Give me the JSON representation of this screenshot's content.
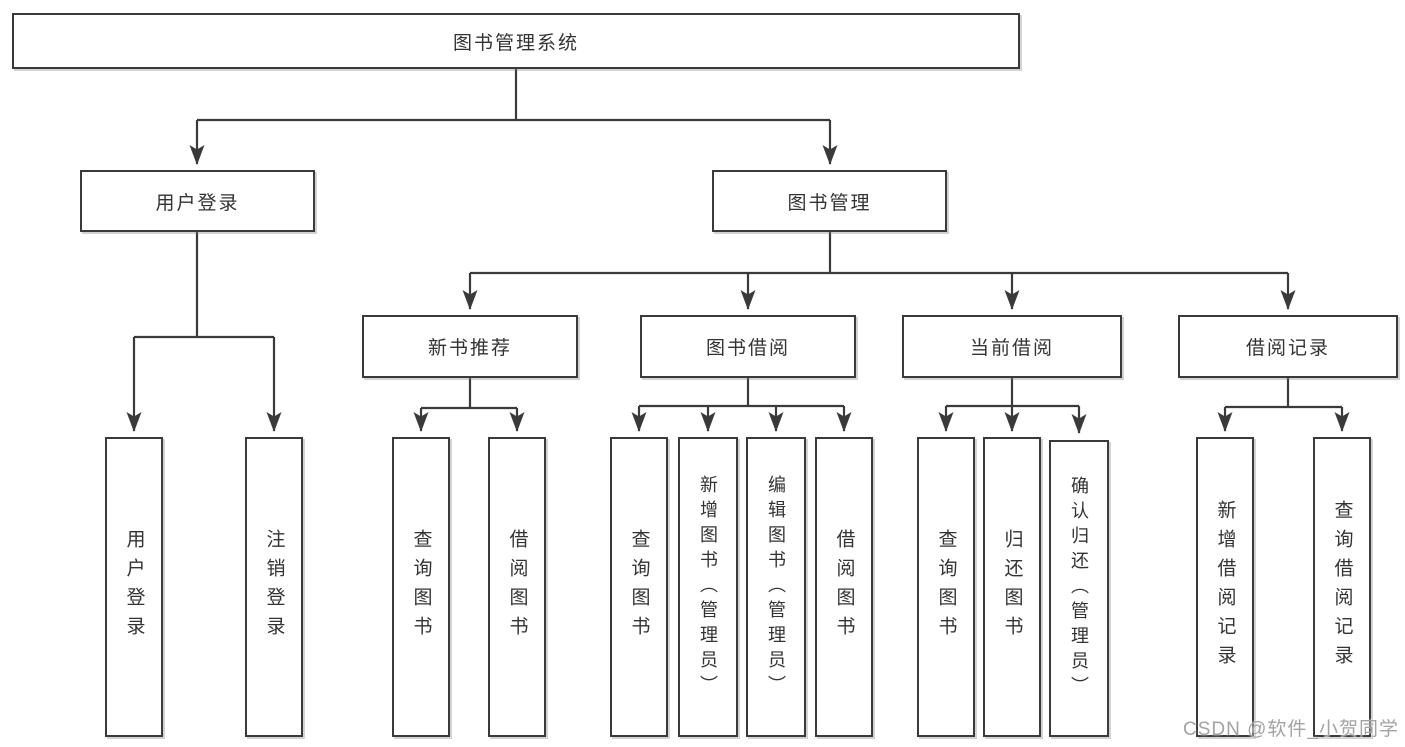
{
  "diagram": {
    "root": {
      "label": "图书管理系统"
    },
    "level2": [
      {
        "id": "user-login",
        "label": "用户登录"
      },
      {
        "id": "book-management",
        "label": "图书管理"
      }
    ],
    "level3": [
      {
        "id": "new-book-recommend",
        "label": "新书推荐"
      },
      {
        "id": "book-borrowing",
        "label": "图书借阅"
      },
      {
        "id": "current-borrowing",
        "label": "当前借阅"
      },
      {
        "id": "borrowing-records",
        "label": "借阅记录"
      }
    ],
    "leaves": {
      "user_login": {
        "label": "用户登录"
      },
      "logout": {
        "label": "注销登录"
      },
      "recommend_query_books": {
        "label": "查询图书"
      },
      "recommend_borrow_books": {
        "label": "借阅图书"
      },
      "borrowing_query_books": {
        "label": "查询图书"
      },
      "borrowing_add_books": {
        "label": "新增图书（管理员）"
      },
      "borrowing_edit_books": {
        "label": "编辑图书（管理员）"
      },
      "borrowing_borrow_books": {
        "label": "借阅图书"
      },
      "current_query_books": {
        "label": "查询图书"
      },
      "current_return_books": {
        "label": "归还图书"
      },
      "current_confirm_return": {
        "label": "确认归还（管理员）"
      },
      "records_add_record": {
        "label": "新增借阅记录"
      },
      "records_query_record": {
        "label": "查询借阅记录"
      }
    },
    "colors": {
      "line": "#3a3a3a",
      "text": "#333333",
      "background": "#ffffff",
      "watermark": "#a3a3a3"
    }
  },
  "watermark": {
    "text": "CSDN @软件_小贺同学"
  }
}
